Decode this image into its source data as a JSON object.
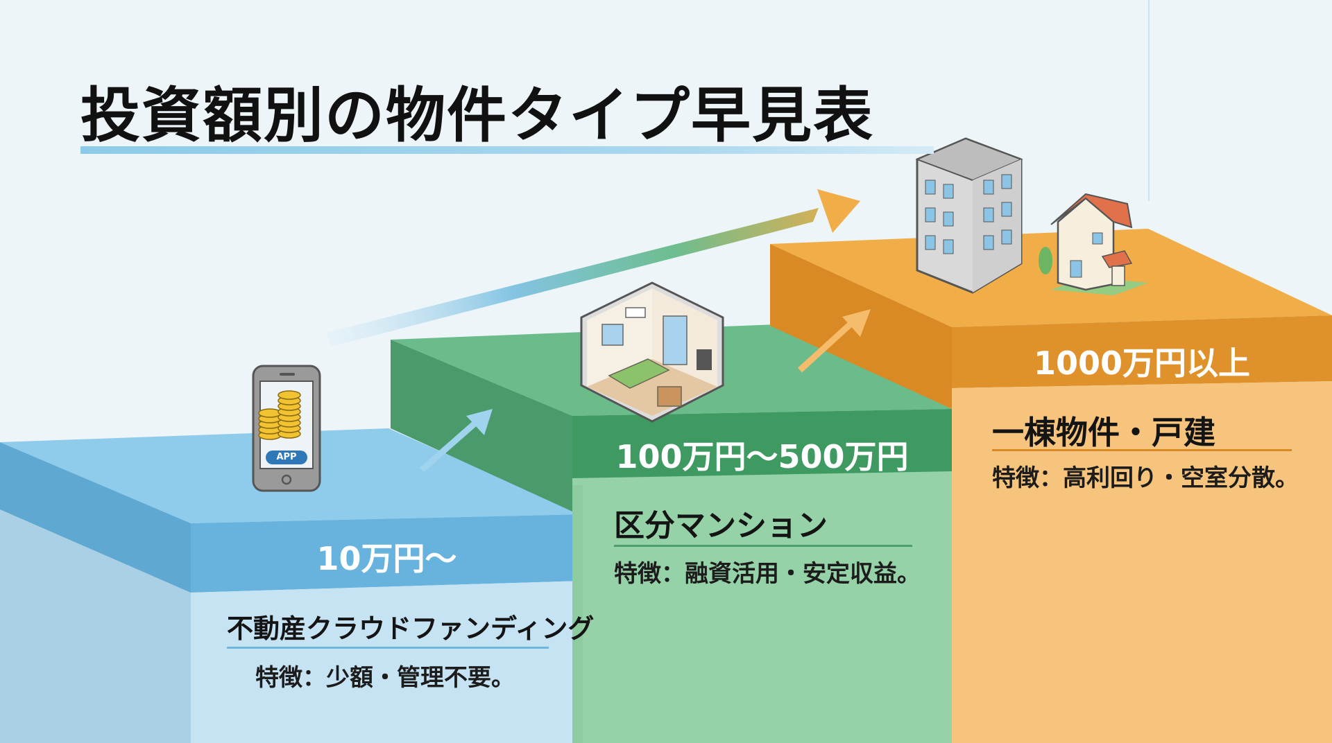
{
  "title": "投資額別の物件タイプ早見表",
  "colors": {
    "background": "#eef5f9",
    "blue_top": "#8fcbea",
    "blue_band": "#67b3dd",
    "blue_front": "#c5e3f3",
    "green_top": "#6cbc8b",
    "green_band": "#3f9a62",
    "green_front": "#96d2a8",
    "orange_top": "#f0ad48",
    "orange_band": "#df922b",
    "orange_front": "#f6c47c"
  },
  "tiers": [
    {
      "price": "10万円〜",
      "type": "不動産クラウドファンディング",
      "feature": "特徴：少額・管理不要。",
      "icon": "smartphone-app-icon",
      "icon_label": "APP"
    },
    {
      "price": "100万円〜500万円",
      "type": "区分マンション",
      "feature": "特徴：融資活用・安定収益。",
      "icon": "apartment-room-icon"
    },
    {
      "price": "1000万円以上",
      "type": "一棟物件・戸建",
      "feature": "特徴：高利回り・空室分散。",
      "icon": "building-and-house-icon"
    }
  ]
}
